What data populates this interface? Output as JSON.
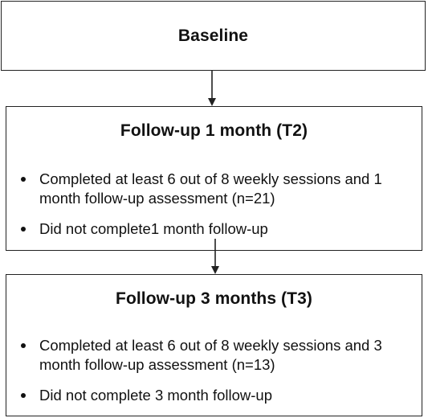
{
  "nodes": {
    "baseline": {
      "title": "Baseline"
    },
    "t2": {
      "title": "Follow-up 1 month (T2)",
      "bullets": [
        "Completed at least 6 out of 8 weekly sessions and 1 month follow-up assessment (n=21)",
        "Did not complete1 month follow-up"
      ]
    },
    "t3": {
      "title": "Follow-up 3 months (T3)",
      "bullets": [
        "Completed at least 6 out of 8 weekly sessions and 3 month follow-up assessment (n=13)",
        "Did not complete 3 month follow-up"
      ]
    }
  },
  "edges": [
    {
      "from": "baseline",
      "to": "t2"
    },
    {
      "from": "t2",
      "to": "t3"
    }
  ],
  "colors": {
    "stroke": "#222222",
    "text": "#111111",
    "background": "#ffffff"
  }
}
